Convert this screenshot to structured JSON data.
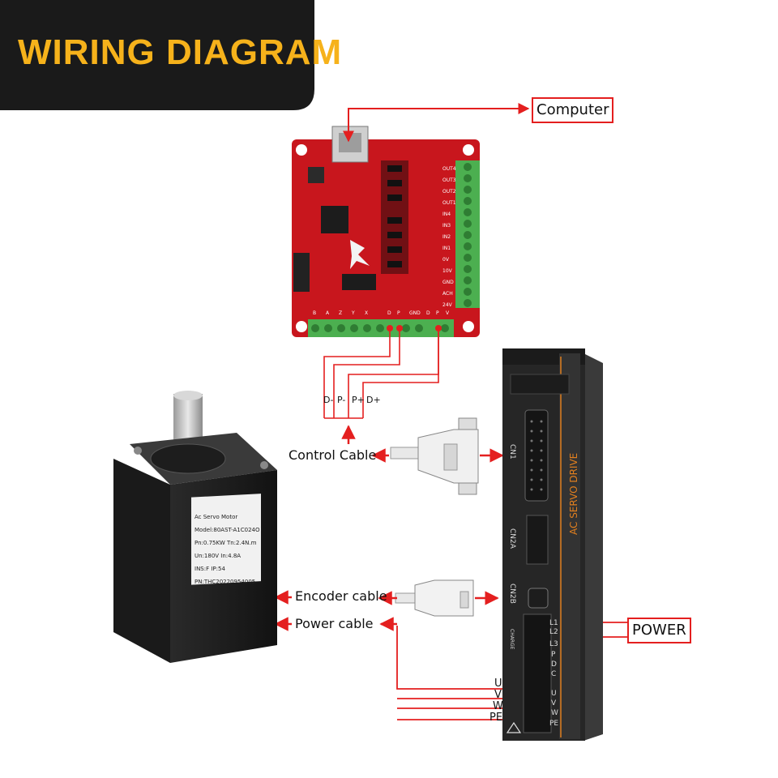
{
  "header": {
    "title": "WIRING DIAGRAM"
  },
  "labels": {
    "computer": "Computer",
    "power": "POWER",
    "control_cable": "Control Cable",
    "encoder_cable": "Encoder cable",
    "power_cable": "Power cable",
    "d_minus": "D-",
    "p_minus": "P-",
    "p_plus": "P+",
    "d_plus": "D+"
  },
  "drive": {
    "brand_text": "AC SERVO DRIVE",
    "cn1": "CN1",
    "cn2a": "CN2A",
    "cn2b": "CN2B",
    "charge": "CHARGE",
    "power_terminals": [
      "L1",
      "L2",
      "L3",
      "P",
      "D",
      "C"
    ],
    "motor_terminals": [
      "U",
      "V",
      "W",
      "PE"
    ]
  },
  "motor_wires": [
    "U",
    "V",
    "W",
    "PE"
  ],
  "motor_nameplate": {
    "lines": [
      "Ac Servo Motor",
      "Model:80AST-A1C024O",
      "Pn:0.75KW    Tn:2.4N.m",
      "Un:180V       In:4.8A",
      "INS:F            IP:54",
      "PN:THC20220954005"
    ]
  },
  "board": {
    "output_labels": [
      "OUT4",
      "OUT3",
      "OUT2",
      "OUT1",
      "IN4",
      "IN3",
      "IN2",
      "IN1",
      "0V",
      "10V",
      "GND",
      "ACH",
      "24V"
    ],
    "bottom_labels": [
      "B",
      "A",
      "Z",
      "Y",
      "X",
      "D",
      "P",
      "GND",
      "D",
      "P",
      "V"
    ]
  },
  "colors": {
    "accent": "#e41f1f",
    "title": "#f6b21b",
    "board": "#c8161d",
    "terminal": "#4caf50",
    "drive_body": "#2a2a2a"
  }
}
